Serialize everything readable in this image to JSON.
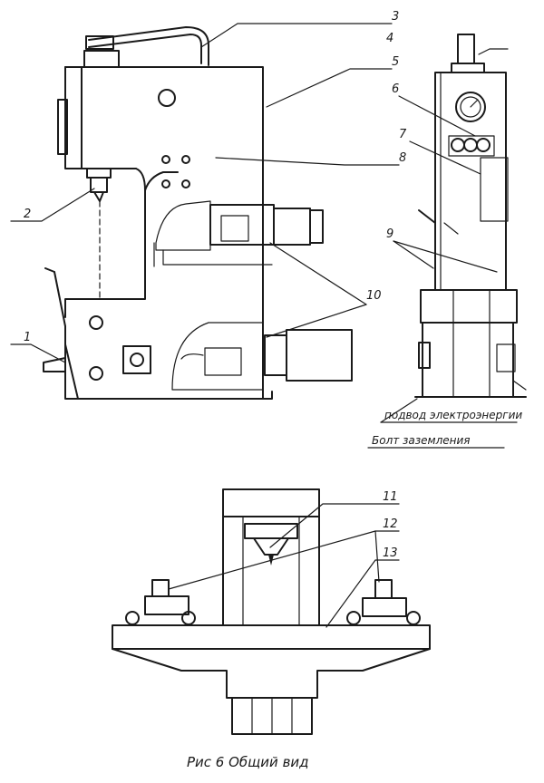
{
  "callouts": [
    "1",
    "2",
    "3",
    "4",
    "5",
    "6",
    "7",
    "8",
    "9",
    "10",
    "11",
    "12",
    "13"
  ],
  "notes": {
    "power_supply": "подвод электроэнергии",
    "ground_bolt": "Болт заземления"
  },
  "caption": "Рис 6 Общий вид",
  "colors": {
    "ink": "#1a1a1a",
    "paper": "#ffffff"
  }
}
